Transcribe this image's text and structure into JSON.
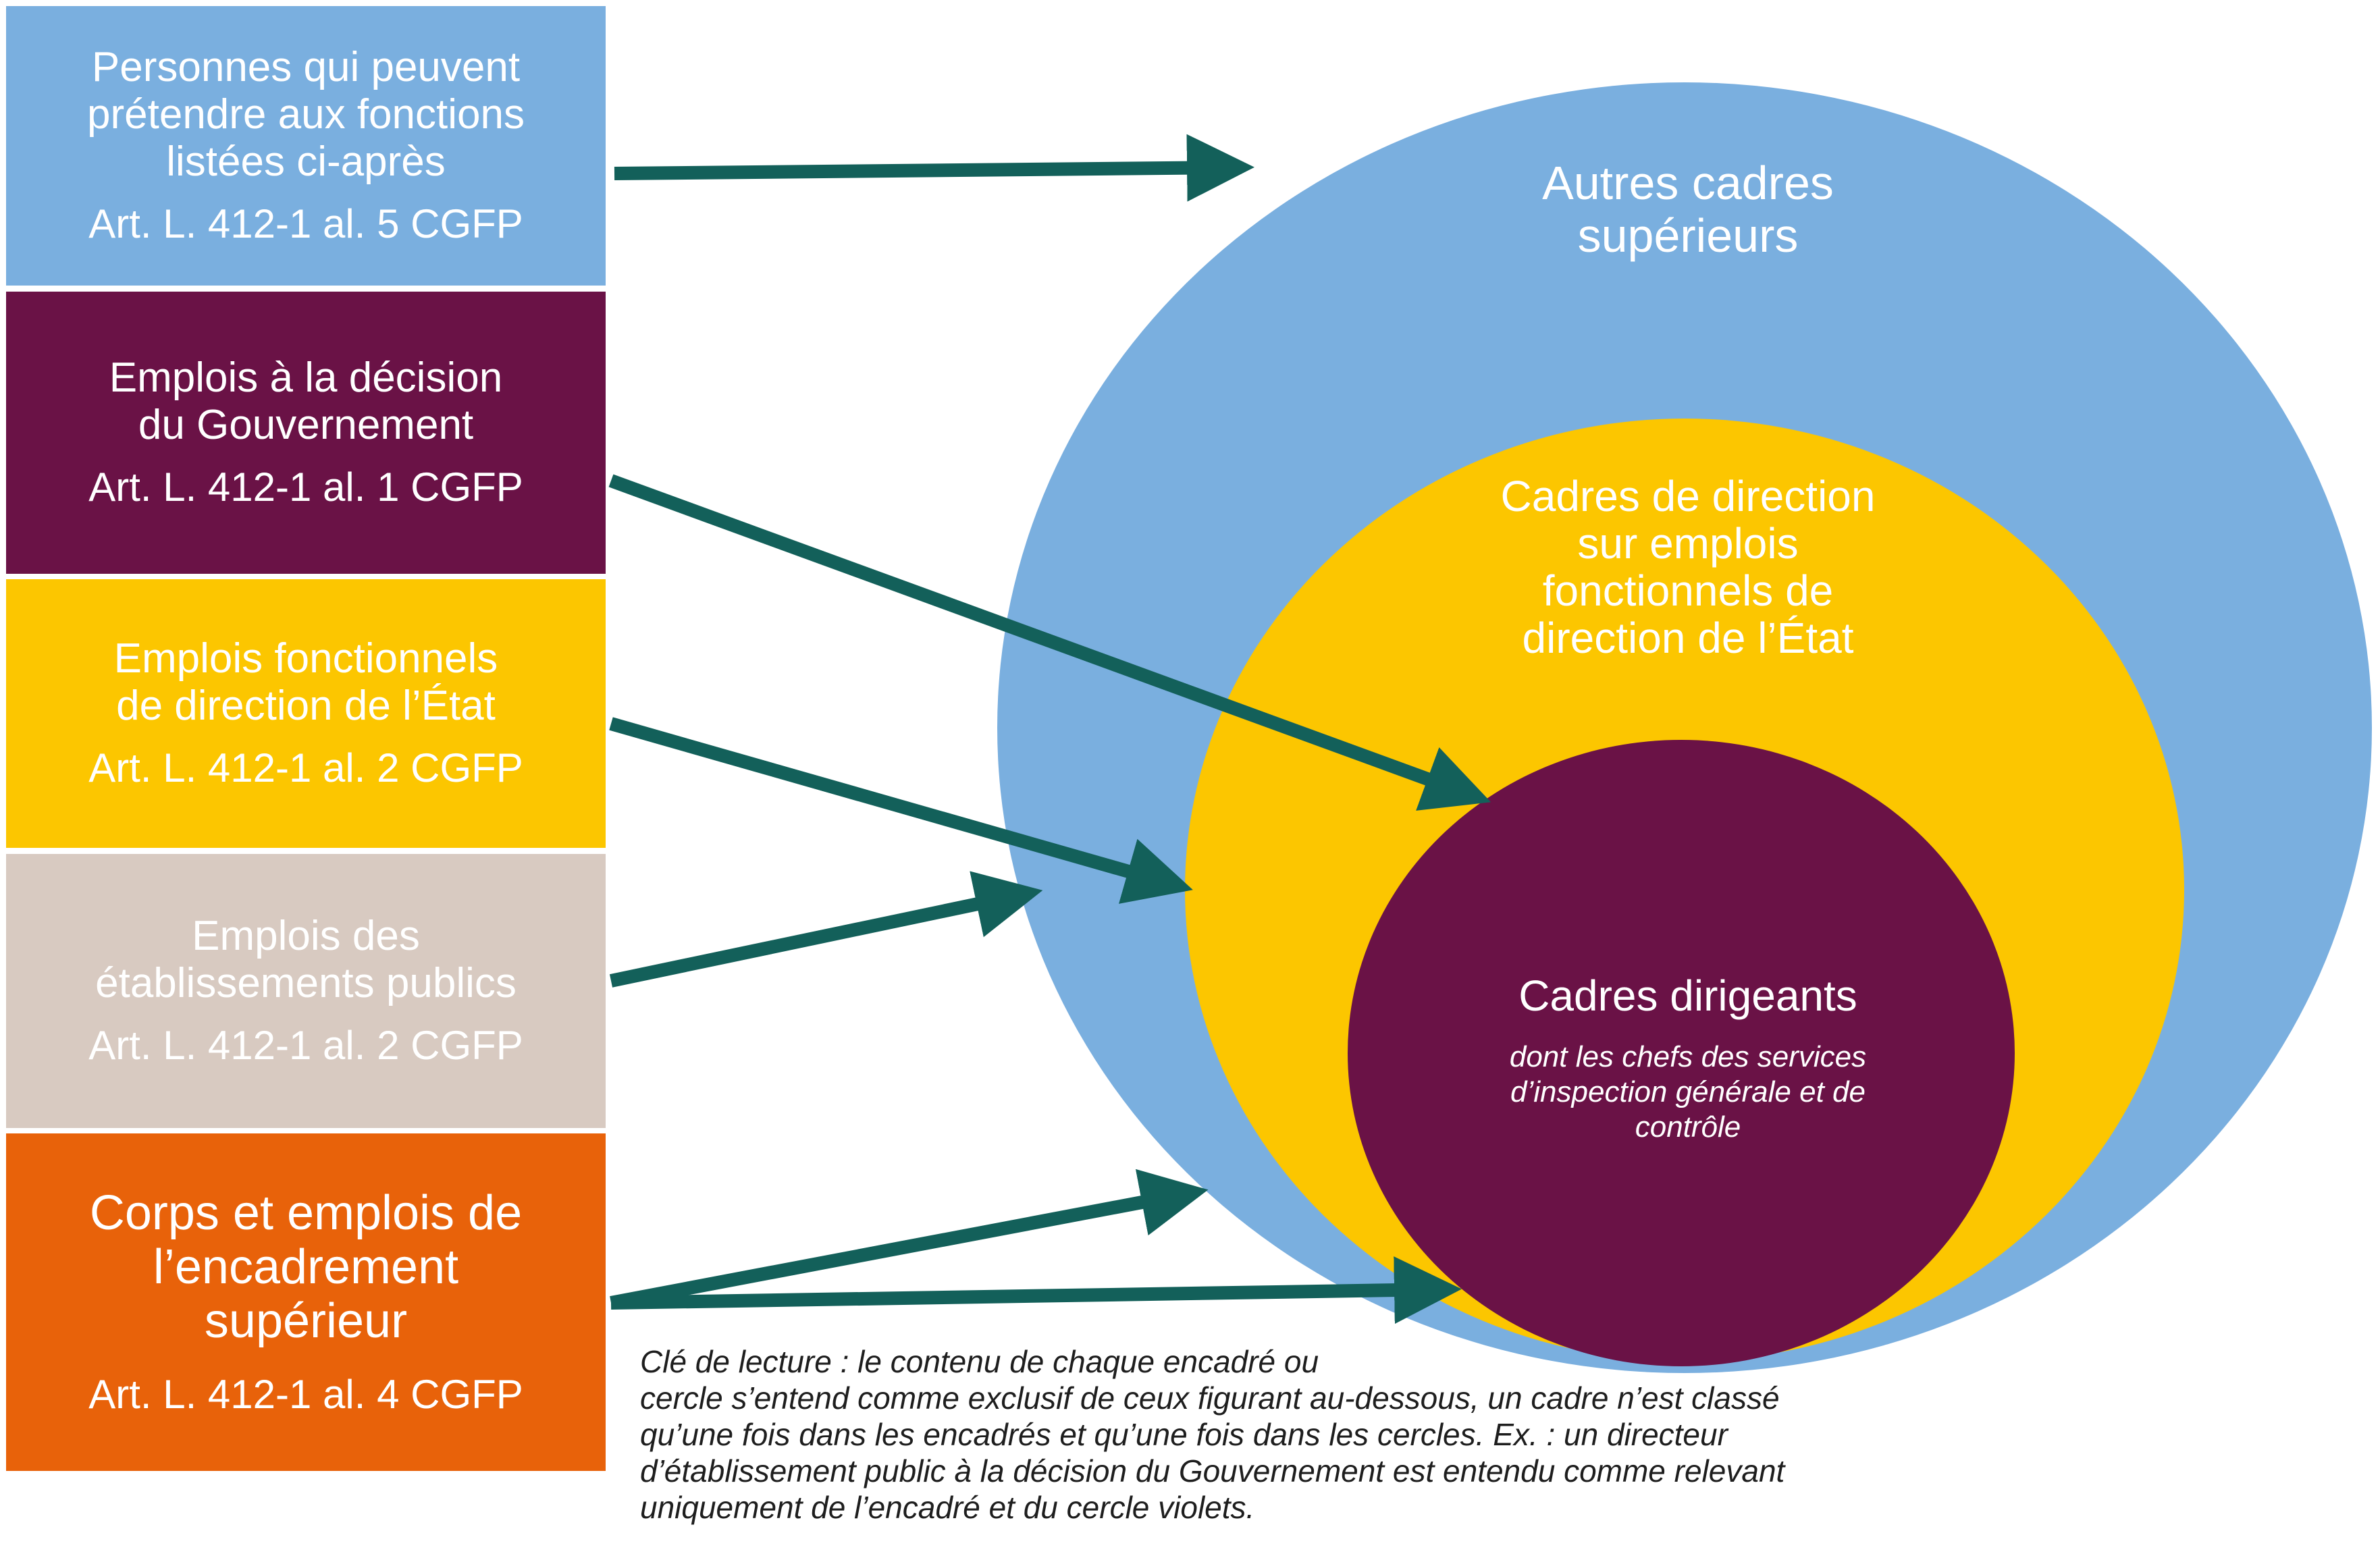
{
  "colors": {
    "blue": "#7aafdf",
    "purple": "#6a1246",
    "yellow": "#fcc600",
    "beige": "#d8cac1",
    "orange": "#e8620a",
    "arrow": "#13605a",
    "white": "#ffffff"
  },
  "boxes": [
    {
      "lines": [
        "Personnes qui peuvent",
        "prétendre aux fonctions",
        "listées ci-après"
      ],
      "article": "Art. L. 412-1 al. 5 CGFP",
      "color": "#7aafdf",
      "text_color": "#ffffff"
    },
    {
      "lines": [
        "Emplois à la décision",
        "du Gouvernement"
      ],
      "article": "Art. L. 412-1 al. 1 CGFP",
      "color": "#6a1246",
      "text_color": "#ffffff"
    },
    {
      "lines": [
        "Emplois fonctionnels",
        "de direction de l’État"
      ],
      "article": "Art. L. 412-1 al. 2 CGFP",
      "color": "#fcc600",
      "text_color": "#ffffff"
    },
    {
      "lines": [
        "Emplois des",
        "établissements publics"
      ],
      "article": "Art. L. 412-1 al. 2 CGFP",
      "color": "#d8cac1",
      "text_color": "#ffffff"
    },
    {
      "lines": [
        "Corps et emplois de",
        "l’encadrement",
        "supérieur"
      ],
      "article": "Art. L. 412-1 al. 4 CGFP",
      "color": "#e8620a",
      "text_color": "#ffffff"
    }
  ],
  "circles": {
    "outer": {
      "lines": [
        "Autres cadres",
        "supérieurs"
      ],
      "color": "#7aafdf"
    },
    "middle": {
      "lines": [
        "Cadres de direction",
        "sur emplois",
        "fonctionnels de",
        "direction de l’État"
      ],
      "color": "#fcc600"
    },
    "inner": {
      "title": "Cadres dirigeants",
      "subtitle_lines": [
        "dont les chefs des services",
        "d’inspection générale et de",
        "contrôle"
      ],
      "color": "#6a1246"
    }
  },
  "caption_lines": [
    "Clé de lecture : le contenu de chaque encadré ou",
    "cercle s’entend comme exclusif de ceux figurant au-dessous, un cadre n’est classé",
    "qu’une fois dans les encadrés et qu’une fois dans les cercles. Ex. : un directeur",
    "d’établissement public à la décision du Gouvernement est entendu comme relevant",
    "uniquement de l’encadré et du cercle violets."
  ]
}
